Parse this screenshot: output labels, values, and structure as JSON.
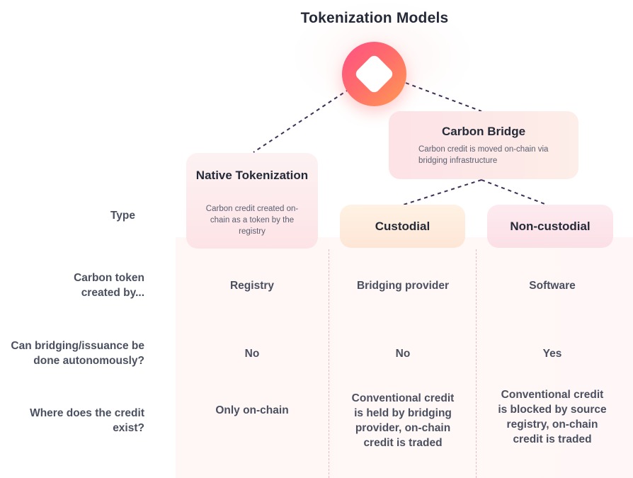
{
  "title": "Tokenization Models",
  "logo": {
    "icon": "diamond-icon"
  },
  "models": {
    "native": {
      "title": "Native Tokenization",
      "description": "Carbon credit created on-chain as a token by the registry"
    },
    "bridge": {
      "title": "Carbon Bridge",
      "description": "Carbon credit is moved on-chain via bridging infrastructure"
    },
    "custodial": {
      "title": "Custodial"
    },
    "noncustodial": {
      "title": "Non-custodial"
    }
  },
  "rows": {
    "type": "Type",
    "created_by": "Carbon token created by...",
    "autonomous": "Can bridging/issuance be done autonomously?",
    "credit_exists": "Where does the credit exist?"
  },
  "cells": {
    "created_by": [
      "Registry",
      "Bridging provider",
      "Software"
    ],
    "autonomous": [
      "No",
      "No",
      "Yes"
    ],
    "credit_exists": [
      "Only on-chain",
      "Conventional credit is held by bridging provider, on-chain credit is traded",
      "Conventional credit is blocked by source registry, on-chain credit is traded"
    ]
  },
  "colors": {
    "logo_gradient": [
      "#ff4f84",
      "#ff6d6b",
      "#ff9b52"
    ],
    "connector": "#3d2f55",
    "heading": "#252a38",
    "label": "#4b5060"
  }
}
